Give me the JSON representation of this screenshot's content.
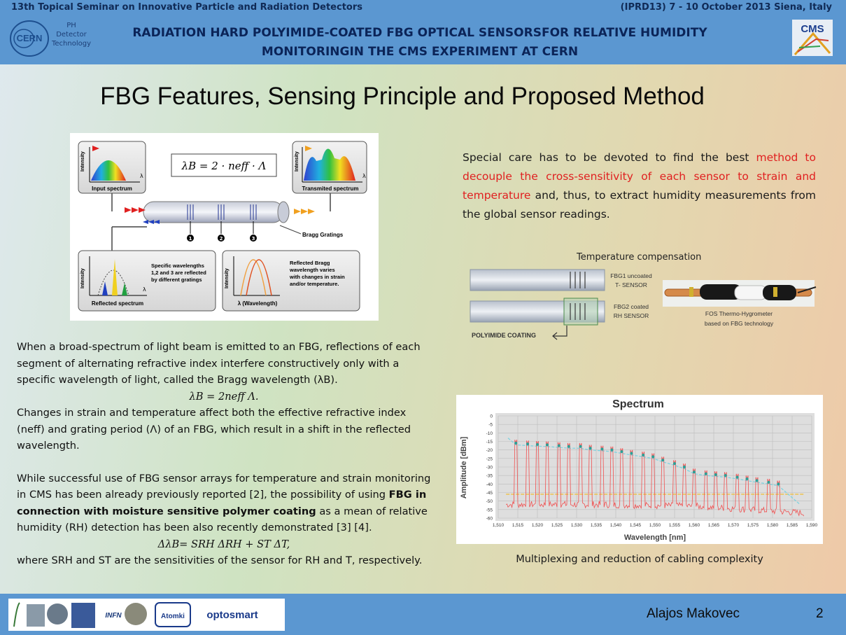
{
  "header": {
    "conference_left": "13th Topical Seminar on Innovative Particle and Radiation Detectors",
    "conference_right": "(IPRD13) 7 - 10 October 2013   Siena, Italy",
    "title_line1": "RADIATION HARD POLYIMIDE-COATED FBG OPTICAL SENSORSFOR RELATIVE HUMIDITY",
    "title_line2": "MONITORINGIN THE CMS EXPERIMENT AT CERN",
    "cern_logo_text": "CERN",
    "ph_label_1": "PH",
    "ph_label_2": "Detector",
    "ph_label_3": "Technology",
    "cms_logo_text": "CMS"
  },
  "slide_title": "FBG Features, Sensing Principle and Proposed Method",
  "fbg_figure": {
    "formula": "λB = 2 · neff · Λ",
    "input_spectrum": "Input spectrum",
    "transmitted_spectrum": "Transmited spectrum",
    "reflected_spectrum": "Reflected spectrum",
    "intensity": "Intensity",
    "lambda": "λ",
    "lambda_wavelength": "λ (Wavelength)",
    "bragg_gratings": "Bragg Gratings",
    "n1": "1",
    "n2": "2",
    "n3": "3",
    "specific_text_1": "Specific wavelengths",
    "specific_text_2": "1,2 and 3 are reflected",
    "specific_text_3": "by different gratings",
    "reflected_text_1": "Reflected Bragg",
    "reflected_text_2": "wavelength varies",
    "reflected_text_3": "with changes in strain",
    "reflected_text_4": "and/or temperature."
  },
  "right_text": {
    "part1": "Special care has to be devoted to find the best ",
    "part2": "method to decouple the cross-sensitivity of each sensor to strain and temperature",
    "part3": " and, thus, to extract humidity measurements from the global sensor readings."
  },
  "temp_comp": {
    "title": "Temperature compensation",
    "fbg1_line1": "FBG1 uncoated",
    "fbg1_line2": "T- SENSOR",
    "fbg2_line1": "FBG2 coated",
    "fbg2_line2": "RH SENSOR",
    "polyimide": "POLYIMIDE COATING",
    "fos_line1": "FOS Thermo-Hygrometer",
    "fos_line2": "based on FBG technology"
  },
  "chart_data": {
    "type": "line",
    "title": "Spectrum",
    "xlabel": "Wavelength [nm]",
    "ylabel": "Amplitude [dBm]",
    "xlim": [
      1510,
      1590
    ],
    "ylim": [
      -60,
      0
    ],
    "x_ticks": [
      "1,510",
      "1,515",
      "1,520",
      "1,525",
      "1,530",
      "1,535",
      "1,540",
      "1,545",
      "1,550",
      "1,555",
      "1,560",
      "1,565",
      "1,570",
      "1,575",
      "1,580",
      "1,585",
      "1,590"
    ],
    "y_ticks": [
      "0",
      "-5",
      "-10",
      "-15",
      "-20",
      "-25",
      "-30",
      "-35",
      "-40",
      "-45",
      "-50",
      "-55",
      "-60"
    ],
    "grid": true,
    "peaks": {
      "x": [
        1514.5,
        1517.5,
        1520,
        1522.5,
        1525.5,
        1528,
        1531,
        1533.5,
        1536.5,
        1539,
        1541.5,
        1544,
        1547,
        1549.5,
        1552,
        1555,
        1557.5,
        1560,
        1563,
        1565.5,
        1568,
        1571,
        1573.5,
        1576,
        1579,
        1581.5
      ],
      "y": [
        -16,
        -16.5,
        -16.8,
        -17,
        -17.5,
        -18,
        -18,
        -19,
        -19.5,
        -20,
        -21,
        -22,
        -23,
        -24,
        -26,
        -28,
        -30,
        -33,
        -34,
        -34.5,
        -35,
        -36,
        -37,
        -38,
        -39,
        -40
      ]
    },
    "noise_floor": [
      {
        "x": 1512,
        "y": -52
      },
      {
        "x": 1535,
        "y": -52
      },
      {
        "x": 1560,
        "y": -53
      },
      {
        "x": 1588,
        "y": -57
      }
    ],
    "threshold_level": -46,
    "series_colors": {
      "spectrum": "#f05050",
      "trend": "#7fd3e0",
      "threshold": "#f0c040",
      "peak_marker": "#2aa198"
    }
  },
  "spectrum_caption": "Multiplexing and reduction of cabling complexity",
  "left_text": {
    "p1": "When a broad-spectrum of light beam is emitted to an FBG, reflections of each segment of alternating refractive index interfere constructively only with a specific wavelength of light, called the Bragg wavelength (λB).",
    "eq1": "λB = 2neff Λ.",
    "p2": "Changes in strain and temperature affect both the effective refractive index (neff) and grating period (Λ) of an FBG, which result in a shift in the reflected wavelength.",
    "p3a": "While successful use of FBG sensor arrays for temperature and strain monitoring in CMS has been already previously reported [2], the possibility of using ",
    "p3b": "FBG in connection with moisture sensitive polymer coating",
    "p3c": " as a mean of relative humidity (RH) detection has been also recently demonstrated [3] [4].",
    "eq2": "ΔλB= SRH ΔRH + ST ΔT,",
    "p4": "where SRH and ST  are the sensitivities of the sensor for RH and T, respectively."
  },
  "footer": {
    "author": "Alajos Makovec",
    "page": "2",
    "logo_infn": "INFN",
    "logo_atomki": "Atomki",
    "logo_optosmart": "optosmart"
  },
  "colors": {
    "header_bg": "#5b97d1",
    "title_navy": "#0b2458",
    "accent_red": "#e02020"
  }
}
